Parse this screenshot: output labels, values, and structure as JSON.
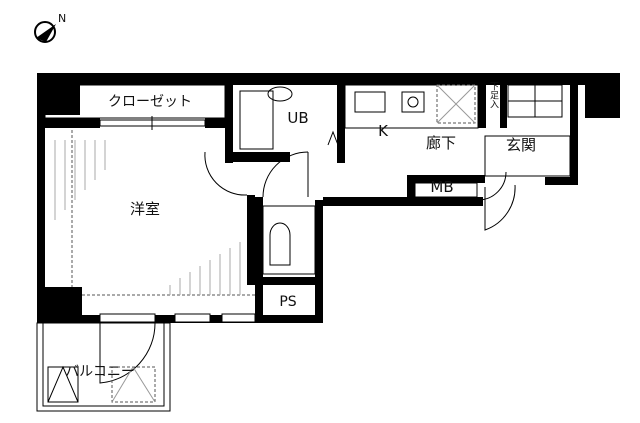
{
  "compass": {
    "icon": "north-arrow-icon",
    "label": "N"
  },
  "rooms": {
    "closet": "クローゼット",
    "unit_bath": "UB",
    "kitchen": "K",
    "hallway": "廊下",
    "shoe_storage": "下足入",
    "entrance": "玄関",
    "meter_box": "MB",
    "western_room": "洋室",
    "pipe_space": "PS",
    "balcony": "バルコニー"
  }
}
